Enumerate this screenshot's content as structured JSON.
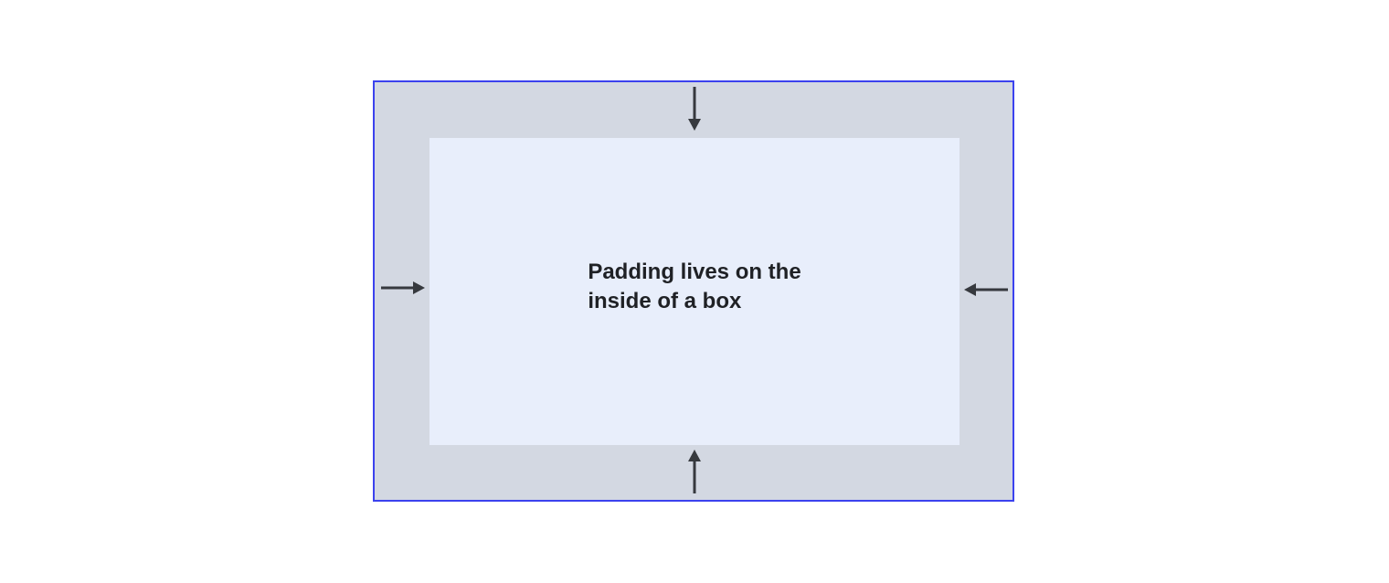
{
  "diagram": {
    "label": "Padding lives on the\ninside of a box",
    "colors": {
      "outer_border": "#3b42ee",
      "outer_background": "#d3d8e2",
      "inner_background": "#e8eefb",
      "arrow": "#36393e",
      "text": "#1f2125",
      "page_background": "#ffffff"
    },
    "arrows": [
      {
        "side": "top",
        "icon": "arrow-down-icon",
        "direction": "down"
      },
      {
        "side": "left",
        "icon": "arrow-right-icon",
        "direction": "right"
      },
      {
        "side": "right",
        "icon": "arrow-left-icon",
        "direction": "left"
      },
      {
        "side": "bottom",
        "icon": "arrow-up-icon",
        "direction": "up"
      }
    ]
  }
}
